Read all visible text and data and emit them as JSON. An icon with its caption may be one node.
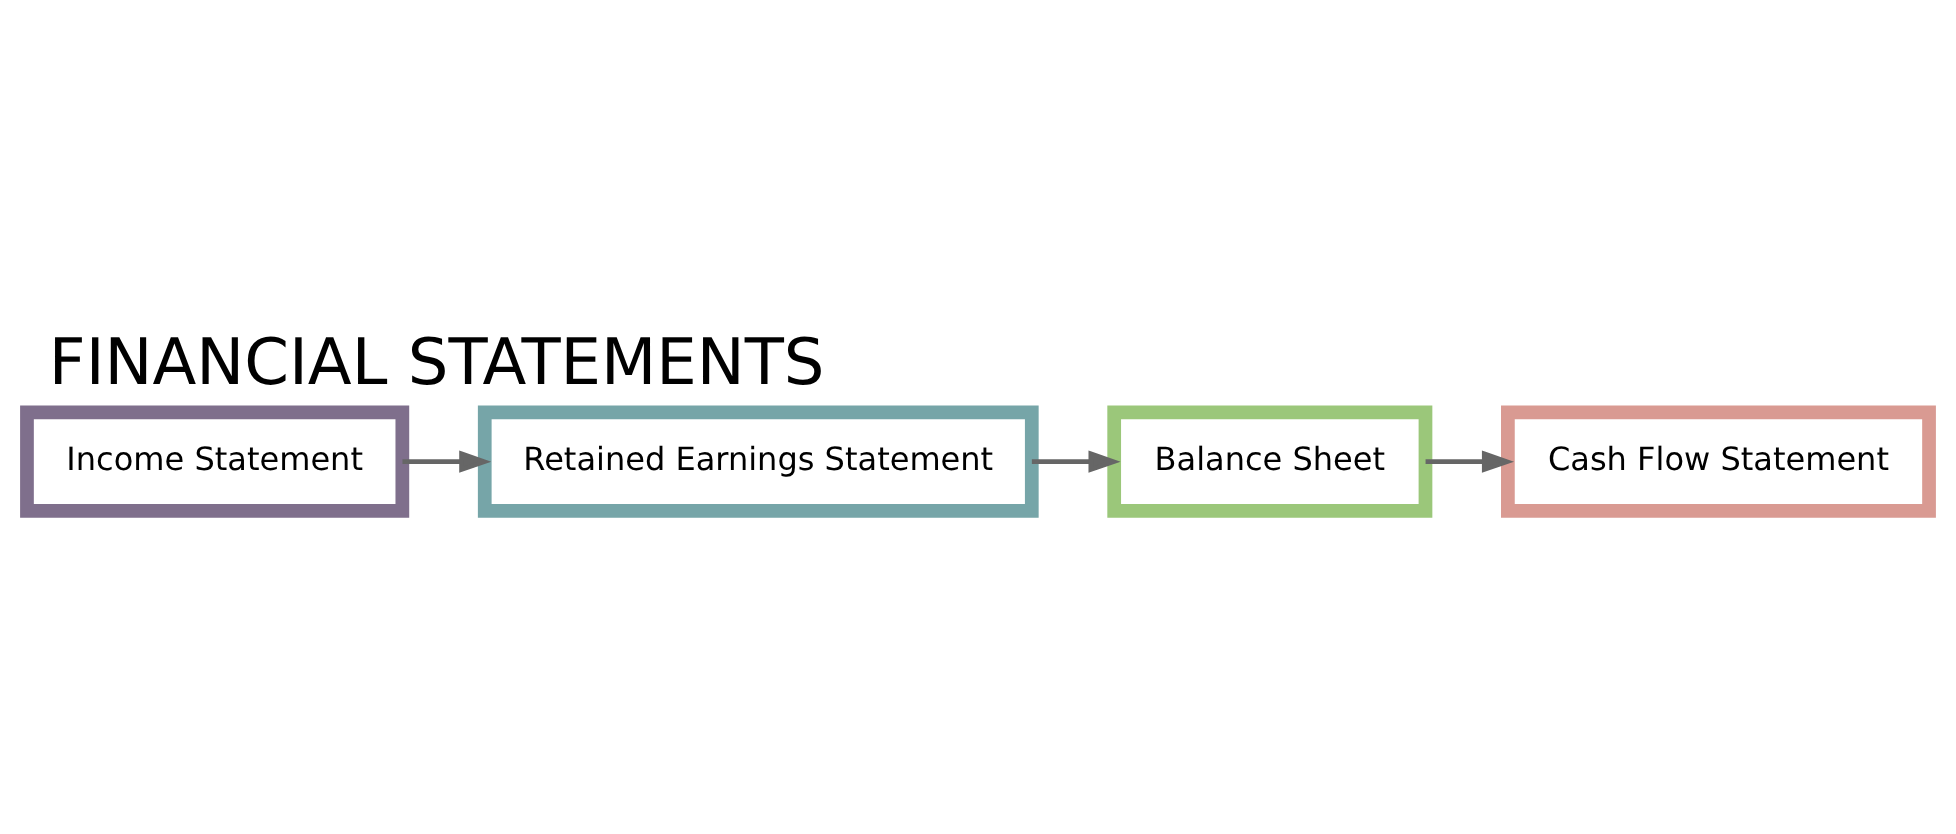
{
  "diagram": {
    "title": "FINANCIAL STATEMENTS",
    "nodes": [
      {
        "text": [
          "Income Statement"
        ]
      },
      {
        "text": [
          "Retained Earnings Statement"
        ]
      },
      {
        "text": [
          "Balance Sheet"
        ]
      },
      {
        "text": [
          "Cash Flow Statement"
        ]
      }
    ],
    "edges": [
      {
        "from": 0,
        "to": 1,
        "arrow": "to"
      },
      {
        "from": 1,
        "to": 2,
        "arrow": "to"
      },
      {
        "from": 2,
        "to": 3,
        "arrow": "to"
      }
    ]
  }
}
